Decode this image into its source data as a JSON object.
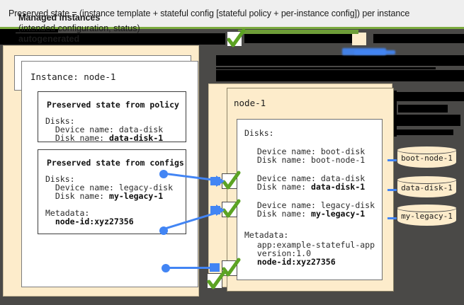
{
  "caption": {
    "text": "Preserved state = (instance template + stateful config [stateful policy + per-instance config]) per instance"
  },
  "colors": {
    "canvas_bg": "#4a4947",
    "panel_cream": "#fdeccb",
    "accent_blue": "#4285f4",
    "accent_green": "#7cab3f",
    "check_green": "#5ca323",
    "redaction": "#000000"
  },
  "left_panel": {
    "title": "Managed instances",
    "subtitle": "(intended configuration, status)",
    "note": "autogenerated",
    "instance": {
      "title": "Instance: node-1",
      "boxes": [
        {
          "heading": "Preserved state from policy",
          "lines": [
            "Disks:",
            "  Device name: data-disk",
            "  Disk name: ",
            "data-disk-1"
          ],
          "disks_label": "Disks:",
          "device_name": "  Device name: data-disk",
          "disk_name_label": "  Disk name: ",
          "disk_name_value": "data-disk-1"
        },
        {
          "heading": "Preserved state from configs",
          "disks_label": "Disks:",
          "device_name": "  Device name: legacy-disk",
          "disk_name_label": "  Disk name: ",
          "disk_name_value": "my-legacy-1",
          "metadata_label": "Metadata:",
          "metadata_value": "  node-id:xyz27356"
        }
      ]
    }
  },
  "right_panel": {
    "node_title": "node-1",
    "disks_label": "Disks:",
    "entries": [
      {
        "device": "  Device name: boot-disk",
        "disk_label": "  Disk name: ",
        "disk_value": "boot-node-1",
        "disk_value_bold": false,
        "checked": false
      },
      {
        "device": "  Device name: data-disk",
        "disk_label": "  Disk name: ",
        "disk_value": "data-disk-1",
        "disk_value_bold": true,
        "checked": true
      },
      {
        "device": "  Device name: legacy-disk",
        "disk_label": "  Disk name: ",
        "disk_value": "my-legacy-1",
        "disk_value_bold": true,
        "checked": true
      }
    ],
    "metadata": {
      "label": "Metadata:",
      "items": [
        "  app:example-stateful-app",
        "  version:1.0"
      ],
      "bold_item": "  node-id:xyz27356"
    }
  },
  "disks": [
    {
      "name": "boot-node-1"
    },
    {
      "name": "data-disk-1"
    },
    {
      "name": "my-legacy-1"
    }
  ],
  "icons": {
    "check": "check-icon",
    "cylinder": "disk-cylinder-icon",
    "arrow": "arrow-right-icon"
  }
}
